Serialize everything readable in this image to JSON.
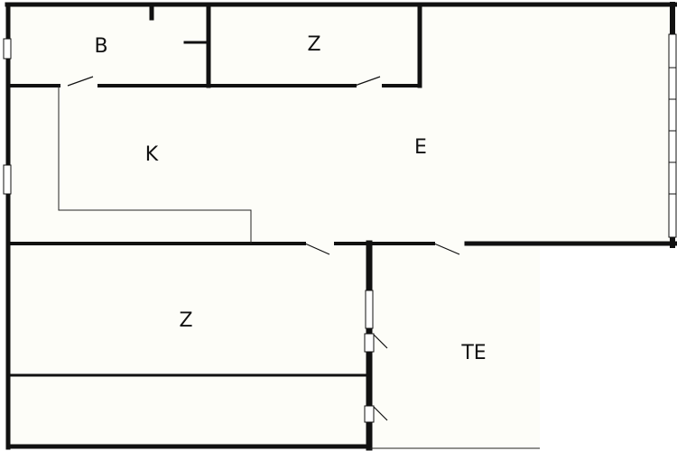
{
  "colors": {
    "wall": "#111111",
    "floor": "#fdfdf8",
    "background": "#ffffff",
    "thin_line": "#222222",
    "opening": "#ffffff"
  },
  "rooms": [
    {
      "id": "bathroom",
      "label": "B"
    },
    {
      "id": "room-top",
      "label": "Z"
    },
    {
      "id": "kitchen",
      "label": "K"
    },
    {
      "id": "living",
      "label": "E"
    },
    {
      "id": "room-bottom",
      "label": "Z"
    },
    {
      "id": "terrace",
      "label": "TE"
    }
  ]
}
